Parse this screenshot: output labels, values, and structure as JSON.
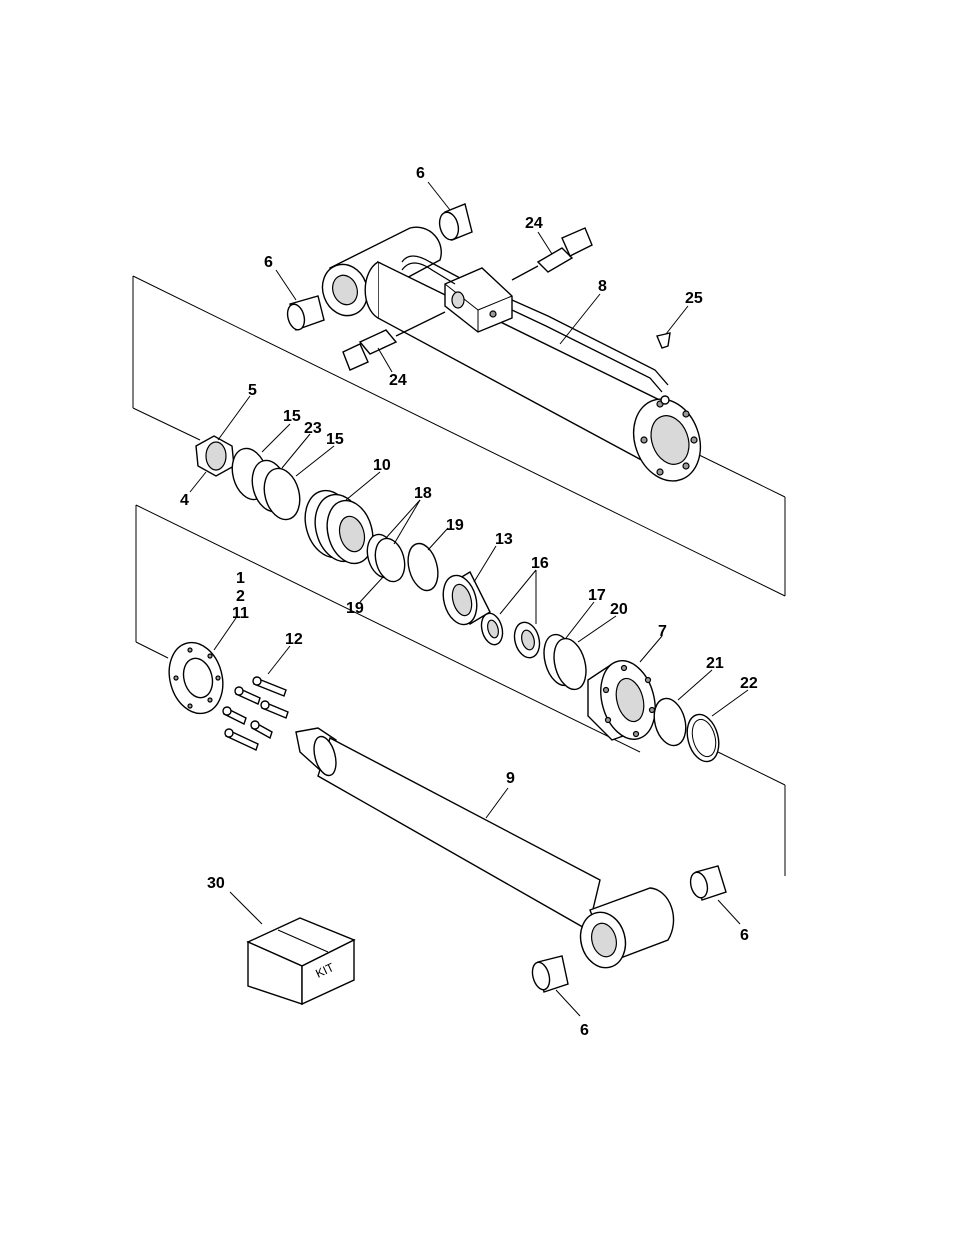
{
  "diagram": {
    "callouts": {
      "c6a": "6",
      "c24a": "24",
      "c6b": "6",
      "c8": "8",
      "c25": "25",
      "c24b": "24",
      "c5": "5",
      "c15a": "15",
      "c23": "23",
      "c15b": "15",
      "c4": "4",
      "c10": "10",
      "c18": "18",
      "c19a": "19",
      "c19b": "19",
      "c13": "13",
      "c16": "16",
      "c1": "1",
      "c2": "2",
      "c11": "11",
      "c12": "12",
      "c17": "17",
      "c20": "20",
      "c7": "7",
      "c21": "21",
      "c22": "22",
      "c9": "9",
      "c30": "30",
      "c6c": "6",
      "c6d": "6"
    },
    "kit_box_label": "KIT"
  }
}
